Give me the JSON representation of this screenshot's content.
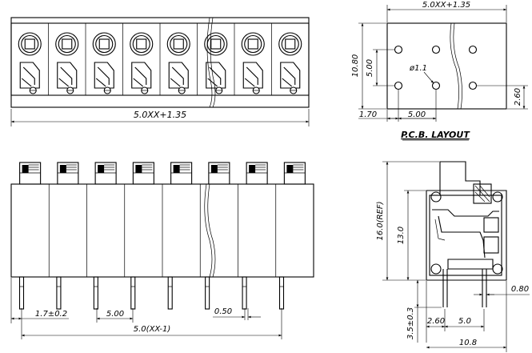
{
  "front_view": {
    "width_label": "5.0XX+1.35",
    "pole_count": 8
  },
  "pcb_layout": {
    "title": "P.C.B. LAYOUT",
    "width_label": "5.0XX+1.35",
    "height_label": "10.80",
    "pitch_vertical_label": "5.00",
    "hole_label": "ø1.1",
    "offset_right_label": "2.60",
    "offset_left_label": "1.70",
    "pitch_horizontal_label": "5.00"
  },
  "side_view": {
    "pin_offset_label": "1.7±0.2",
    "pitch_label": "5.00",
    "pin_width_label": "0.50",
    "span_label": "5.0(XX-1)"
  },
  "profile_view": {
    "height_ref_label": "16.0(REF)",
    "body_height_label": "13.0",
    "pin_length_label": "3.5±0.3",
    "pin_spacing_left_label": "2.60",
    "pin_spacing_right_label": "5.0",
    "depth_label": "10.8",
    "pin_size_label": "0.80"
  }
}
